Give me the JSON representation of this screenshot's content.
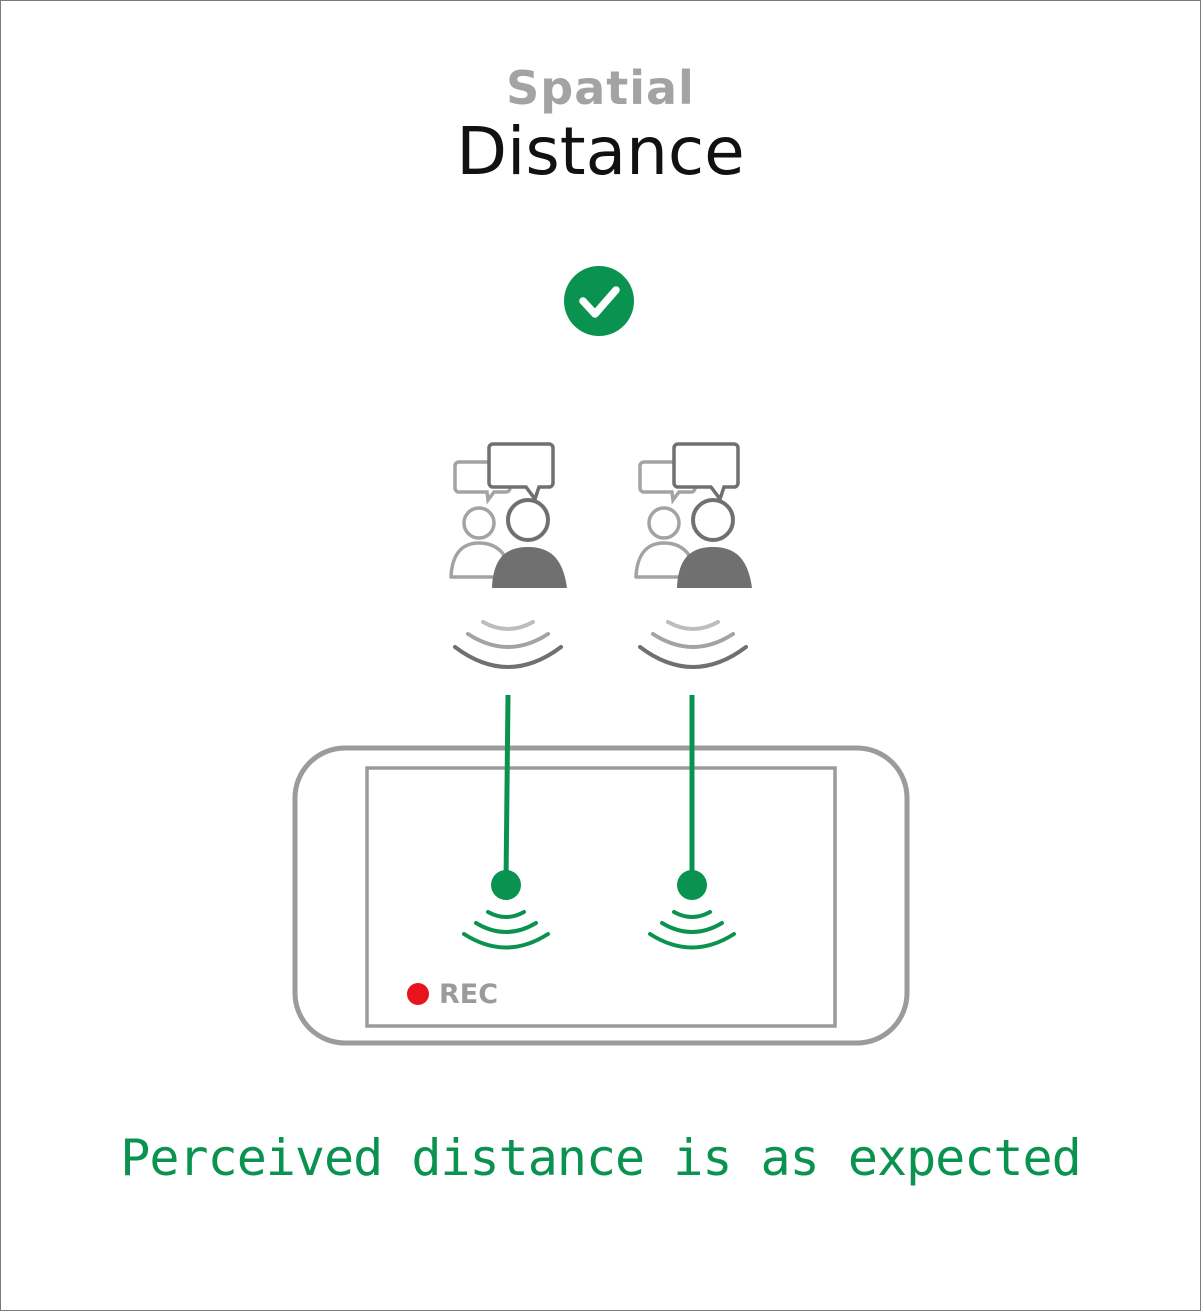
{
  "header": {
    "supertitle": "Spatial",
    "title": "Distance"
  },
  "status": {
    "icon": "check-circle-icon",
    "color": "#0a9350"
  },
  "speakers": [
    {
      "icon": "talking-people-icon"
    },
    {
      "icon": "talking-people-icon"
    }
  ],
  "device": {
    "icon": "phone-landscape-icon",
    "recording_label": "REC",
    "recording_color": "#e8141b"
  },
  "caption": "Perceived distance is as expected",
  "colors": {
    "accent": "#0a9350",
    "grey_dark": "#707070",
    "grey_light": "#a3a3a3",
    "frame": "#9b9b9b"
  }
}
